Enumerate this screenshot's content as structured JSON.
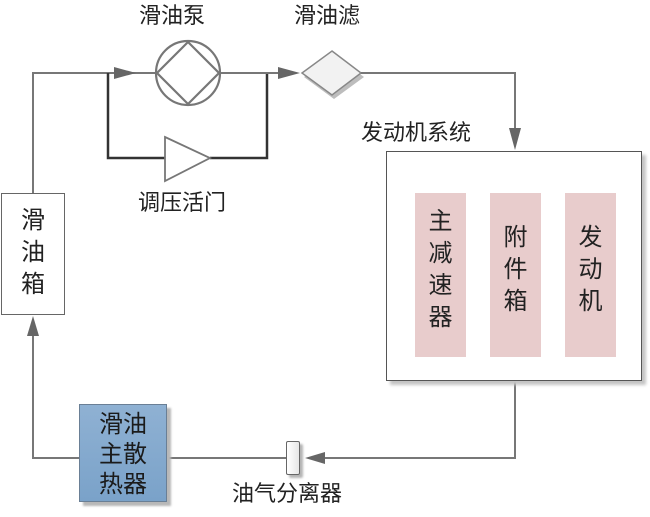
{
  "diagram": {
    "title": "",
    "nodes": {
      "oil_pump": {
        "label": "滑油泵",
        "icon": "pump-icon"
      },
      "oil_filter": {
        "label": "滑油滤",
        "icon": "filter-diamond-icon"
      },
      "pressure_valve": {
        "label": "调压活门",
        "icon": "valve-triangle-icon"
      },
      "engine_system": {
        "label": "发动机系统"
      },
      "oil_tank": {
        "label": "滑油箱",
        "chars": [
          "滑",
          "油",
          "箱"
        ]
      },
      "main_cooler": {
        "label": "滑油主散热器",
        "lines": [
          "滑油",
          "主散",
          "热器"
        ],
        "color": "#7ea6cc"
      },
      "air_oil_separator": {
        "label": "油气分离器"
      }
    },
    "engine_components": [
      {
        "label": "主减速器",
        "chars": [
          "主",
          "减",
          "速",
          "器"
        ]
      },
      {
        "label": "附件箱",
        "chars": [
          "附",
          "件",
          "箱"
        ]
      },
      {
        "label": "发动机",
        "chars": [
          "发",
          "动",
          "机"
        ]
      }
    ],
    "component_color": "#e8cccc",
    "flow": [
      "滑油箱 → 滑油泵 (调压活门 bypass)",
      "滑油泵 → 滑油滤",
      "滑油滤 → 发动机系统",
      "发动机系统 → 油气分离器",
      "油气分离器 → 滑油主散热器",
      "滑油主散热器 → 滑油箱"
    ]
  }
}
